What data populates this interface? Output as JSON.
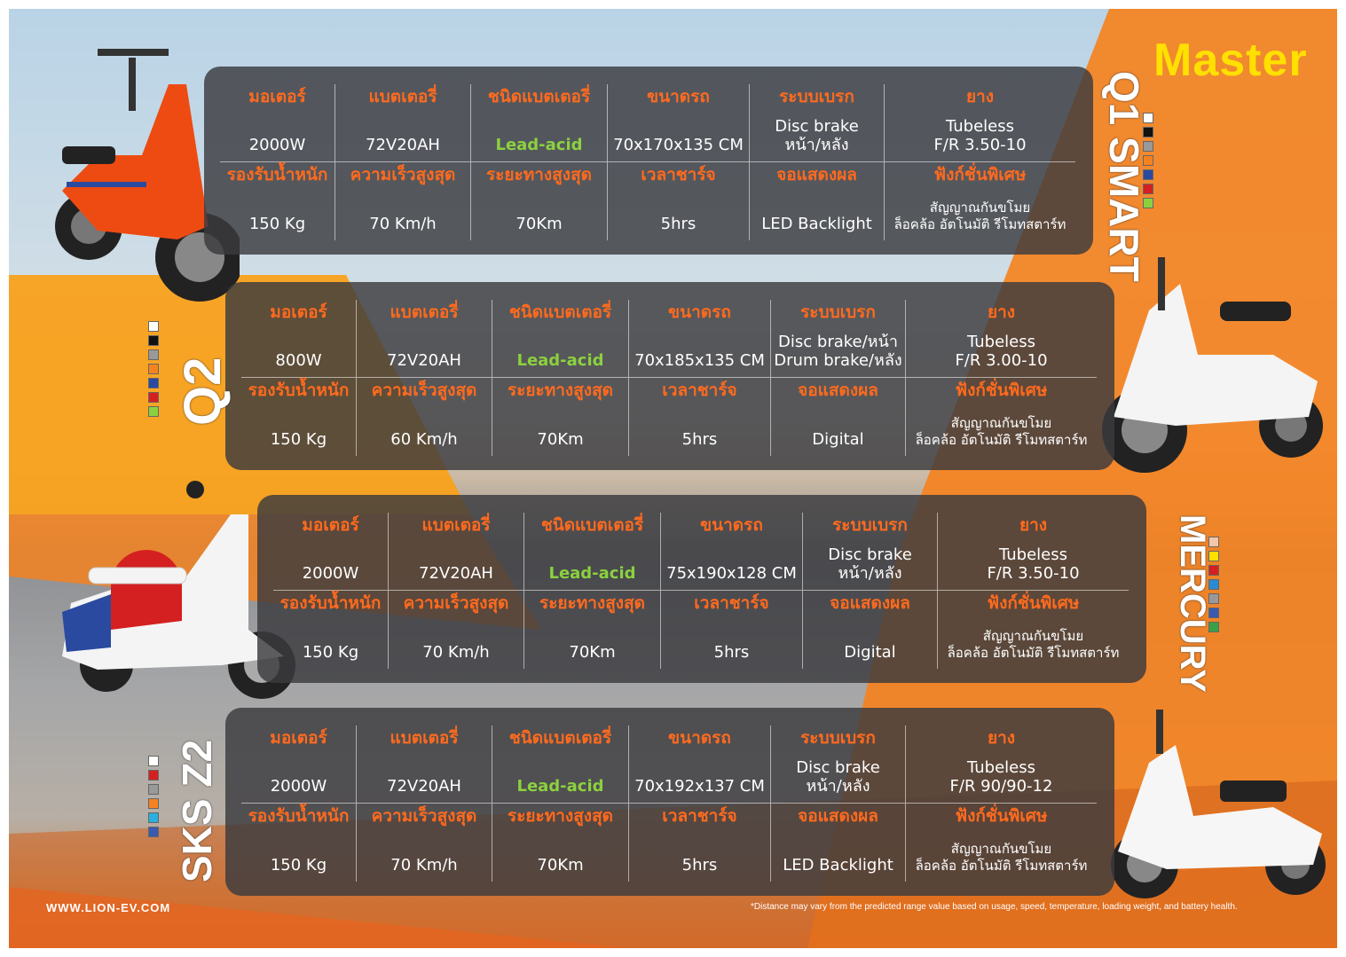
{
  "brand": "Master",
  "website": "WWW.LION-EV.COM",
  "disclaimer": "*Distance may vary from the predicted range value based on usage, speed, temperature, loading weight, and battery health.",
  "colors": {
    "accent_orange": "#ff6a1e",
    "brand_yellow": "#ffe000",
    "battery_green": "#8bd13f",
    "panel": "#3a3a3e",
    "background_orange": "#f58220"
  },
  "labels": {
    "motor": "มอเตอร์",
    "battery": "แบตเตอรี่",
    "battery_type": "ชนิดแบตเตอรี่",
    "size": "ขนาดรถ",
    "brake": "ระบบเบรก",
    "tire": "ยาง",
    "load": "รองรับน้ำหนัก",
    "speed": "ความเร็วสูงสุด",
    "range": "ระยะทางสูงสุด",
    "charge": "เวลาชาร์จ",
    "display": "จอแสดงผล",
    "features": "ฟังก์ชั่นพิเศษ"
  },
  "models": [
    {
      "name": "Q1 SMART",
      "motor": "2000W",
      "battery": "72V20AH",
      "battery_type": "Lead-acid",
      "size": "70x170x135 CM",
      "brake": [
        "Disc brake",
        "หน้า/หลัง"
      ],
      "tire": [
        "Tubeless",
        "F/R 3.50-10"
      ],
      "load": "150 Kg",
      "speed": "70 Km/h",
      "range": "70Km",
      "charge": "5hrs",
      "display": "LED Backlight",
      "features": [
        "สัญญาณกันขโมย",
        "ล็อคล้อ อัตโนมัติ รีโมทสตาร์ท"
      ],
      "swatches": [
        "#ffffff",
        "#111111",
        "#999999",
        "#f58220",
        "#2a4aa0",
        "#d42020",
        "#8bd13f"
      ]
    },
    {
      "name": "Q2",
      "motor": "800W",
      "battery": "72V20AH",
      "battery_type": "Lead-acid",
      "size": "70x185x135 CM",
      "brake": [
        "Disc brake/หน้า",
        "Drum brake/หลัง"
      ],
      "tire": [
        "Tubeless",
        "F/R 3.00-10"
      ],
      "load": "150 Kg",
      "speed": "60 Km/h",
      "range": "70Km",
      "charge": "5hrs",
      "display": "Digital",
      "features": [
        "สัญญาณกันขโมย",
        "ล็อคล้อ อัตโนมัติ รีโมทสตาร์ท"
      ],
      "swatches": [
        "#ffffff",
        "#111111",
        "#999999",
        "#f58220",
        "#2a4aa0",
        "#d42020",
        "#8bd13f"
      ]
    },
    {
      "name": "MERCURY",
      "motor": "2000W",
      "battery": "72V20AH",
      "battery_type": "Lead-acid",
      "size": "75x190x128 CM",
      "brake": [
        "Disc brake",
        "หน้า/หลัง"
      ],
      "tire": [
        "Tubeless",
        "F/R 3.50-10"
      ],
      "load": "150 Kg",
      "speed": "70 Km/h",
      "range": "70Km",
      "charge": "5hrs",
      "display": "Digital",
      "features": [
        "สัญญาณกันขโมย",
        "ล็อคล้อ อัตโนมัติ รีโมทสตาร์ท"
      ],
      "swatches": [
        "#f4c6a8",
        "#ffe000",
        "#d42020",
        "#2a8ad4",
        "#999999",
        "#3a5ab0",
        "#3aa048"
      ]
    },
    {
      "name": "SKS Z2",
      "motor": "2000W",
      "battery": "72V20AH",
      "battery_type": "Lead-acid",
      "size": "70x192x137 CM",
      "brake": [
        "Disc brake",
        "หน้า/หลัง"
      ],
      "tire": [
        "Tubeless",
        "F/R 90/90-12"
      ],
      "load": "150 Kg",
      "speed": "70 Km/h",
      "range": "70Km",
      "charge": "5hrs",
      "display": "LED Backlight",
      "features": [
        "สัญญาณกันขโมย",
        "ล็อคล้อ อัตโนมัติ รีโมทสตาร์ท"
      ],
      "swatches": [
        "#ffffff",
        "#d42020",
        "#999999",
        "#f58220",
        "#2ab0e0",
        "#3a5ab0"
      ]
    }
  ]
}
